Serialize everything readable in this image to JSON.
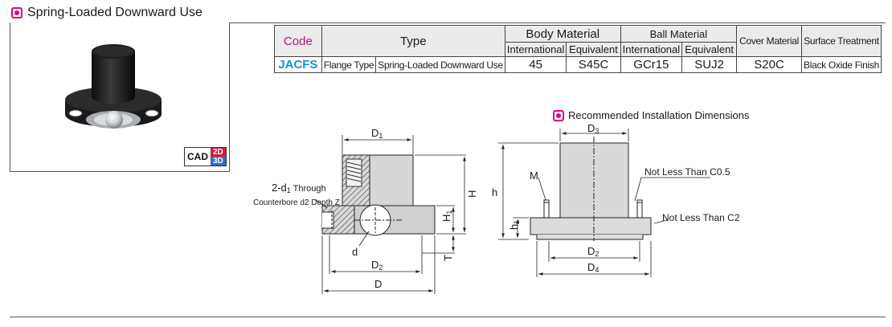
{
  "header": {
    "title": "Spring-Loaded Downward Use"
  },
  "cad_badge": {
    "cad": "CAD",
    "d2": "2D",
    "d3": "3D"
  },
  "table": {
    "headers": {
      "code": "Code",
      "type": "Type",
      "body_material": "Body Material",
      "ball_material": "Ball Material",
      "cover_material": "Cover Material",
      "surface_treatment": "Surface Treatment",
      "international": "International",
      "equivalent": "Equivalent"
    },
    "row": {
      "code": "JACFS",
      "type1": "Flange Type",
      "type2": "Spring-Loaded Downward Use",
      "body_intl": "45",
      "body_equiv": "S45C",
      "ball_intl": "GCr15",
      "ball_equiv": "SUJ2",
      "cover": "S20C",
      "surface": "Black Oxide Finish"
    }
  },
  "recommended": {
    "title": "Recommended Installation Dimensions"
  },
  "drawing_left": {
    "d1": "D",
    "d1_sub": "1",
    "h": "H",
    "h1": "H",
    "h1_sub": "1",
    "t": "T",
    "d": "d",
    "d2": "D",
    "d2_sub": "2",
    "dd": "D",
    "through_main": "2-d",
    "through_sub": "1",
    "through_tail": " Through",
    "counterbore": "Counterbore d2 Depth Z"
  },
  "drawing_right": {
    "d3": "D",
    "d3_sub": "3",
    "m": "M",
    "h": "h",
    "h1": "h",
    "h1_sub": "1",
    "d2": "D",
    "d2_sub": "2",
    "d4": "D",
    "d4_sub": "4",
    "c05": "Not Less Than C0.5",
    "c2": "Not Less Than C2"
  },
  "colors": {
    "accent": "#e4007f",
    "code_blue": "#1a8fd0"
  }
}
